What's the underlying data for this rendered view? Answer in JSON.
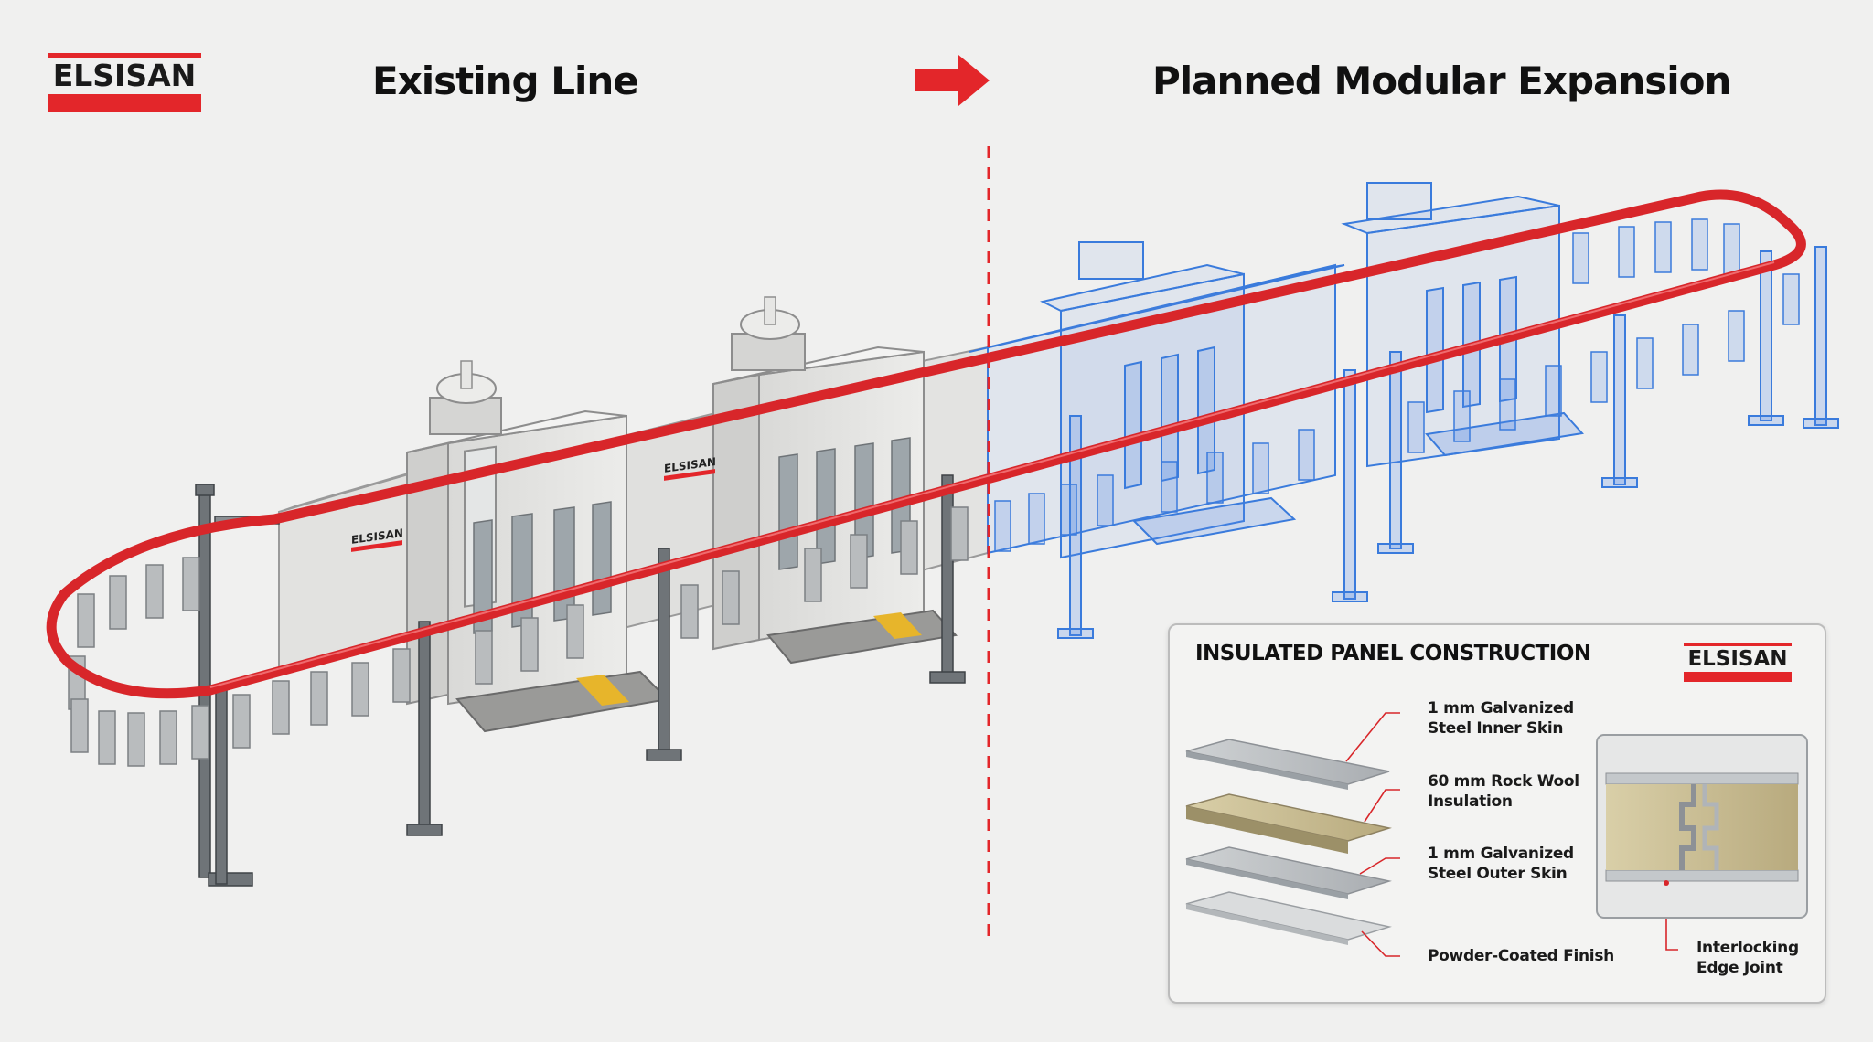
{
  "brand": {
    "name": "ELSISAN",
    "accent_color": "#e3262a",
    "blueprint_color": "#3a7bdc"
  },
  "headings": {
    "existing": "Existing Line",
    "planned": "Planned Modular Expansion"
  },
  "icons": {
    "transition_arrow": "arrow-right-icon"
  },
  "inset": {
    "title": "INSULATED PANEL CONSTRUCTION",
    "layers": [
      {
        "label": "1 mm Galvanized\nSteel Inner Skin"
      },
      {
        "label": "60 mm Rock Wool\nInsulation"
      },
      {
        "label": "1 mm Galvanized\nSteel Outer Skin"
      },
      {
        "label": "Powder-Coated Finish"
      }
    ],
    "joint_label": "Interlocking\nEdge Joint"
  }
}
